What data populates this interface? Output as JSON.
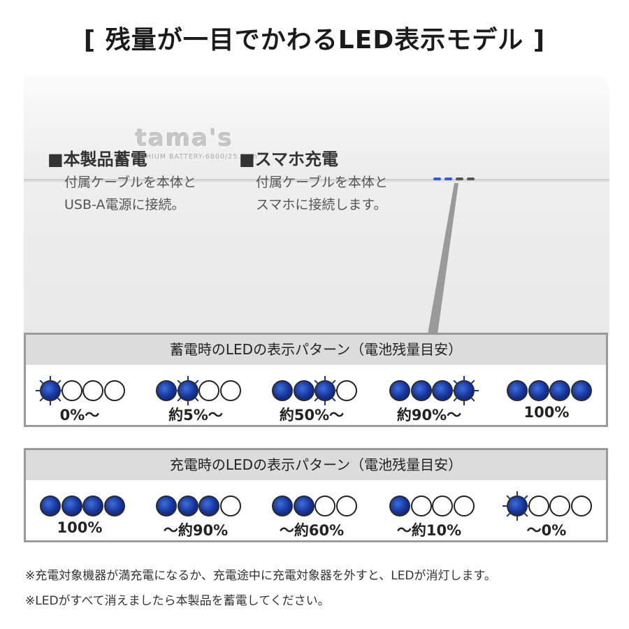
{
  "headline": "[ 残量が一目でかわるLED表示モデル ]",
  "device": {
    "brand": "tama's",
    "model": "LITHIUM BATTERY-6800/25.2Wh",
    "leds": [
      "on",
      "on",
      "off",
      "off"
    ]
  },
  "instructions": [
    {
      "title": "■本製品蓄電",
      "lines": [
        "付属ケーブルを本体と",
        "USB-A電源に接続。"
      ]
    },
    {
      "title": "■スマホ充電",
      "lines": [
        "付属ケーブルを本体と",
        "スマホに接続します。"
      ]
    }
  ],
  "panels": [
    {
      "title": "蓄電時のLEDの表示パターン（電池残量目安）",
      "groups": [
        {
          "label": "0%〜",
          "leds": [
            "blink",
            "off",
            "off",
            "off"
          ]
        },
        {
          "label": "約5%〜",
          "leds": [
            "on",
            "blink",
            "off",
            "off"
          ]
        },
        {
          "label": "約50%〜",
          "leds": [
            "on",
            "on",
            "blink",
            "off"
          ]
        },
        {
          "label": "約90%〜",
          "leds": [
            "on",
            "on",
            "on",
            "blink"
          ]
        },
        {
          "label": "100%",
          "leds": [
            "on",
            "on",
            "on",
            "on"
          ]
        }
      ]
    },
    {
      "title": "充電時のLEDの表示パターン（電池残量目安）",
      "groups": [
        {
          "label": "100%",
          "leds": [
            "on",
            "on",
            "on",
            "on"
          ]
        },
        {
          "label": "〜約90%",
          "leds": [
            "on",
            "on",
            "on",
            "off"
          ]
        },
        {
          "label": "〜約60%",
          "leds": [
            "on",
            "on",
            "off",
            "off"
          ]
        },
        {
          "label": "〜約10%",
          "leds": [
            "on",
            "off",
            "off",
            "off"
          ]
        },
        {
          "label": "〜0%",
          "leds": [
            "blink",
            "off",
            "off",
            "off"
          ]
        }
      ]
    }
  ],
  "notes": [
    "※充電対象機器が満充電になるか、充電途中に充電対象器を外すと、LEDが消灯します。",
    "※LEDがすべて消えましたら本製品を蓄電してください。"
  ],
  "colors": {
    "led_on": "#14339a",
    "led_off": "#ffffff",
    "device_led_on": "#2f5bd6",
    "device_led_off": "#555555"
  }
}
